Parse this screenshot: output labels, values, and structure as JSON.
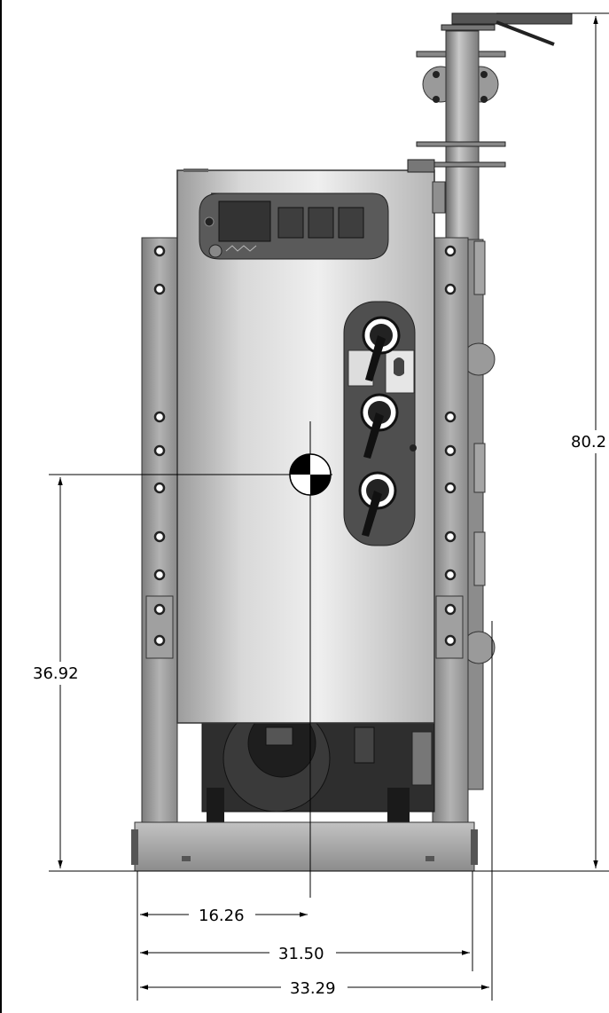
{
  "dimensions": {
    "height_overall": "80.2",
    "center_of_gravity_height": "36.92",
    "center_of_gravity_width": "16.26",
    "frame_width": "31.50",
    "overall_width": "33.29"
  },
  "colors": {
    "cabinet_light": "#e9e9e9",
    "cabinet_dark": "#a8a8a8",
    "frame": "#9a9a9a",
    "frame_dark": "#6e6e6e",
    "panel": "#555555",
    "blower": "#2b2b2b",
    "line": "#000000"
  },
  "icons": {
    "center_of_gravity": "center-of-gravity-icon",
    "disconnect_handle": "rotary-handle-icon",
    "warning_label": "hand-warning-icon"
  }
}
